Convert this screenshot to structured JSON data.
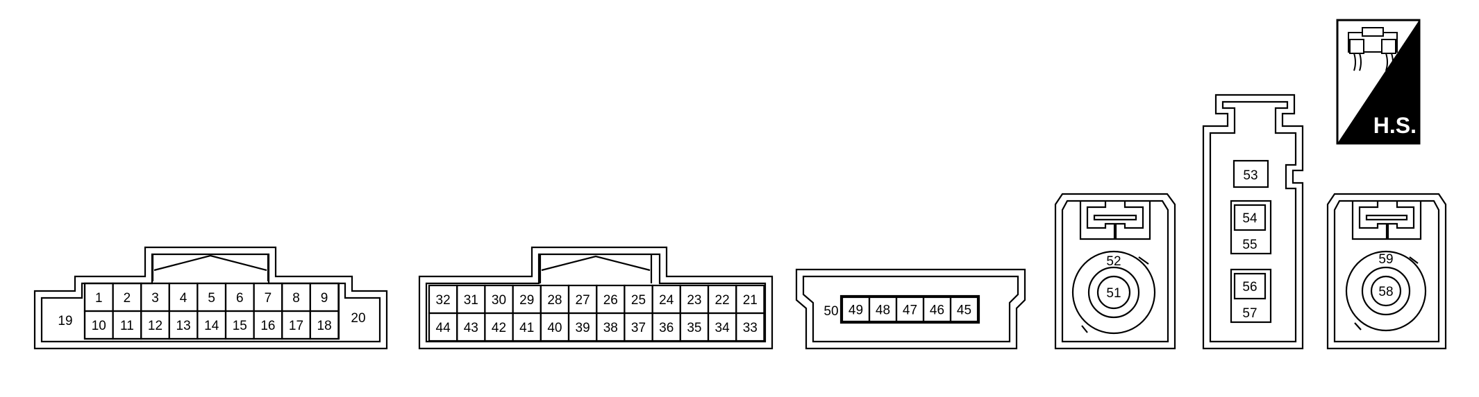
{
  "badge": {
    "label": "H.S.",
    "icon": "harness-side-connector-icon"
  },
  "connectors": [
    {
      "id": "c1",
      "row1": [
        "1",
        "2",
        "3",
        "4",
        "5",
        "6",
        "7",
        "8",
        "9"
      ],
      "row2": [
        "10",
        "11",
        "12",
        "13",
        "14",
        "15",
        "16",
        "17",
        "18"
      ],
      "left_pin": "19",
      "right_pin": "20"
    },
    {
      "id": "c2",
      "row1": [
        "32",
        "31",
        "30",
        "29",
        "28",
        "27",
        "26",
        "25",
        "24",
        "23",
        "22",
        "21"
      ],
      "row2": [
        "44",
        "43",
        "42",
        "41",
        "40",
        "39",
        "38",
        "37",
        "36",
        "35",
        "34",
        "33"
      ]
    },
    {
      "id": "c3",
      "outer_pin": "50",
      "row": [
        "49",
        "48",
        "47",
        "46",
        "45"
      ]
    },
    {
      "id": "c4",
      "center_pin": "51",
      "ring_pin": "52"
    },
    {
      "id": "c5",
      "pins": [
        "53",
        "54",
        "55",
        "56",
        "57"
      ]
    },
    {
      "id": "c6",
      "center_pin": "58",
      "ring_pin": "59"
    }
  ]
}
